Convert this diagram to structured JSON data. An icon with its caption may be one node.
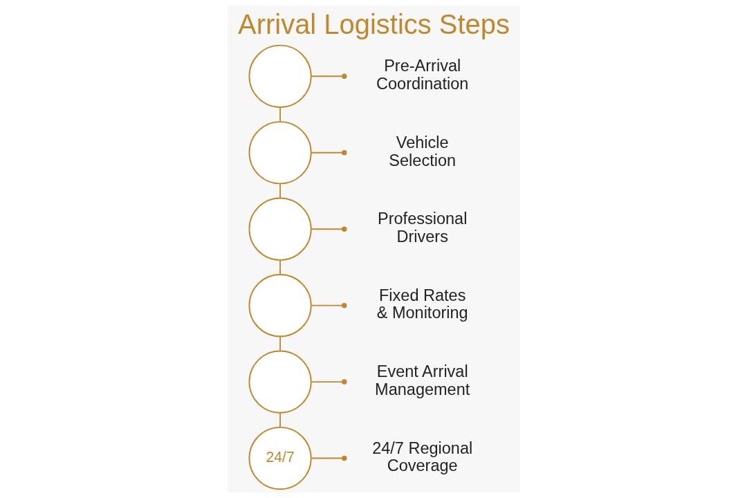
{
  "diagram": {
    "title": "Arrival Logistics Steps",
    "nodes": [
      {
        "text": [],
        "shape": "circle"
      },
      {
        "text": [
          "Pre-Arrival Coordination"
        ]
      },
      {
        "text": [],
        "shape": "circle"
      },
      {
        "text": [
          "Vehicle Selection"
        ]
      },
      {
        "text": [],
        "shape": "circle"
      },
      {
        "text": [
          "Professional Drivers"
        ]
      },
      {
        "text": [],
        "shape": "circle"
      },
      {
        "text": [
          "Fixed Rates & Monitoring"
        ]
      },
      {
        "text": [],
        "shape": "circle"
      },
      {
        "text": [
          "Event Arrival Management"
        ]
      },
      {
        "text": [
          "24/7"
        ]
      },
      {
        "text": [
          "24/7 Regional Coverage"
        ]
      }
    ],
    "edges": [
      {
        "from": 0,
        "to": 1,
        "arrow": "other"
      },
      {
        "from": 0,
        "to": 2,
        "arrow": "none"
      },
      {
        "from": 2,
        "to": 3,
        "arrow": "other"
      },
      {
        "from": 2,
        "to": 4,
        "arrow": "none"
      },
      {
        "from": 4,
        "to": 5,
        "arrow": "other"
      },
      {
        "from": 4,
        "to": 6,
        "arrow": "none"
      },
      {
        "from": 6,
        "to": 7,
        "arrow": "other"
      },
      {
        "from": 6,
        "to": 8,
        "arrow": "none"
      },
      {
        "from": 8,
        "to": 9,
        "arrow": "other"
      },
      {
        "from": 8,
        "to": 10,
        "arrow": "none"
      },
      {
        "from": 10,
        "to": 11,
        "arrow": "other"
      }
    ]
  }
}
